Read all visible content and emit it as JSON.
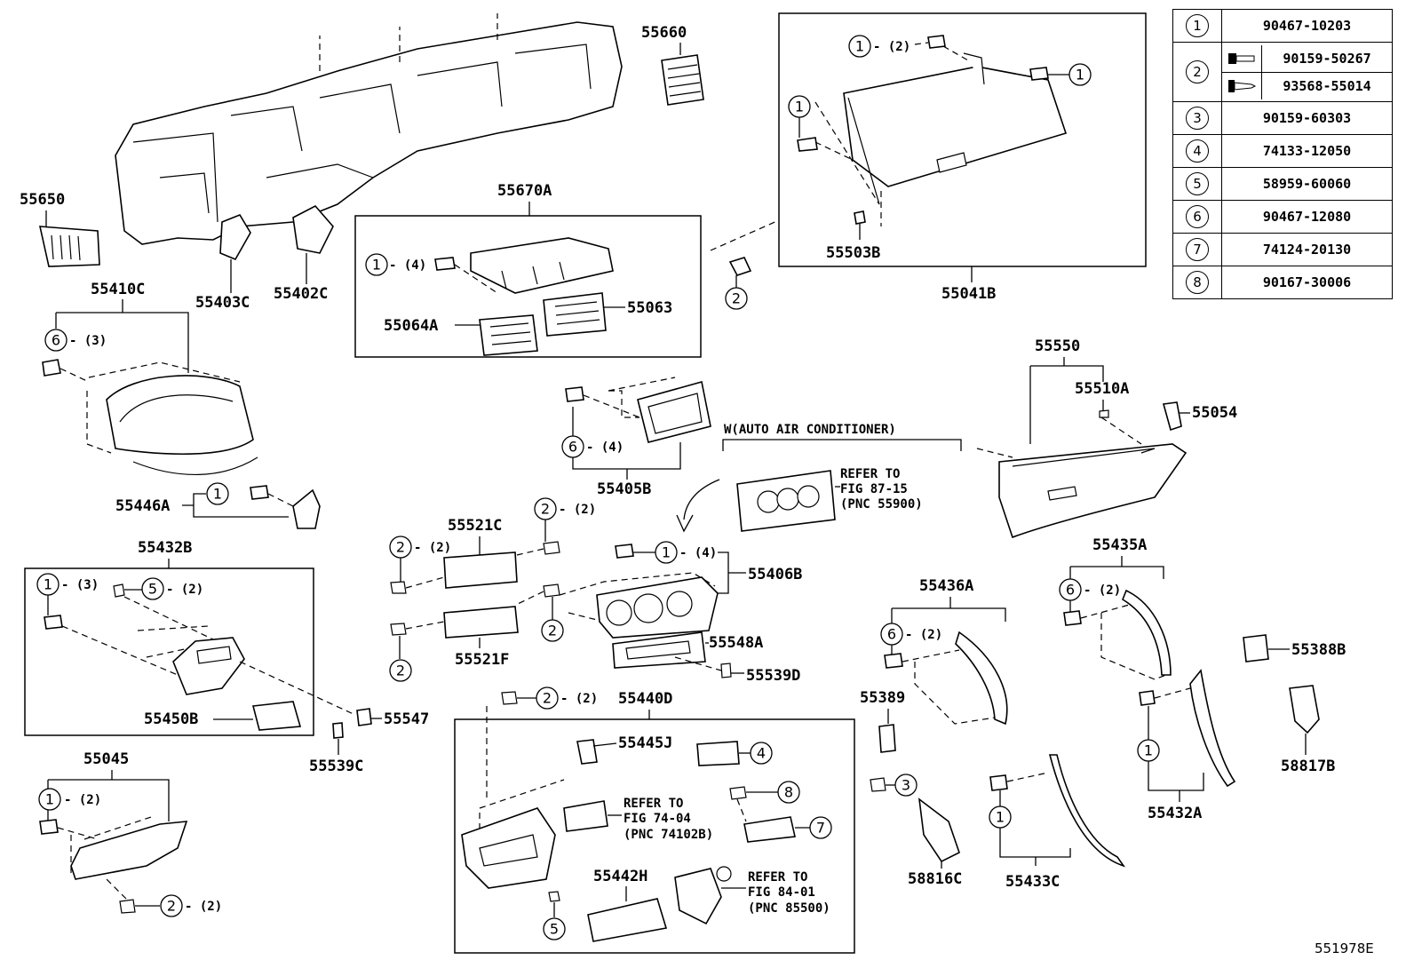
{
  "legend": [
    {
      "key": "1",
      "part": "90467-10203"
    },
    {
      "key": "2",
      "part": "90159-50267",
      "part_alt": "93568-55014"
    },
    {
      "key": "3",
      "part": "90159-60303"
    },
    {
      "key": "4",
      "part": "74133-12050"
    },
    {
      "key": "5",
      "part": "58959-60060"
    },
    {
      "key": "6",
      "part": "90467-12080"
    },
    {
      "key": "7",
      "part": "74124-20130"
    },
    {
      "key": "8",
      "part": "90167-30006"
    }
  ],
  "labels": {
    "p55660": "55660",
    "p55650": "55650",
    "p55670a": "55670A",
    "p55403c": "55403C",
    "p55402c": "55402C",
    "p55410c": "55410C",
    "p55064a": "55064A",
    "p55063": "55063",
    "p55503b": "55503B",
    "p55041b": "55041B",
    "p55550": "55550",
    "p55510a": "55510A",
    "p55054": "55054",
    "p55446a": "55446A",
    "p55405b": "55405B",
    "p55432b": "55432B",
    "p55521c": "55521C",
    "p55406b": "55406B",
    "p55548a": "55548A",
    "p55539d": "55539D",
    "p55521f": "55521F",
    "p55436a": "55436A",
    "p55435a": "55435A",
    "p55388b": "55388B",
    "p55450b": "55450B",
    "p55547": "55547",
    "p55539c": "55539C",
    "p55440d": "55440D",
    "p55445j": "55445J",
    "p55389": "55389",
    "p58817b": "58817B",
    "p55045": "55045",
    "p55432a": "55432A",
    "p58816c": "58816C",
    "p55433c": "55433C",
    "p55442h": "55442H",
    "fig_id": "551978E"
  },
  "qty": {
    "q2": "- (2)",
    "q3": "- (3)",
    "q4": "- (4)"
  },
  "note_auto_ac": "W(AUTO AIR CONDITIONER)",
  "ref_87": {
    "l1": "REFER TO",
    "l2": "FIG 87-15",
    "l3": "(PNC 55900)"
  },
  "ref_74": {
    "l1": "REFER TO",
    "l2": "FIG 74-04",
    "l3": "(PNC 74102B)"
  },
  "ref_84": {
    "l1": "REFER TO",
    "l2": "FIG 84-01",
    "l3": "(PNC 85500)"
  }
}
